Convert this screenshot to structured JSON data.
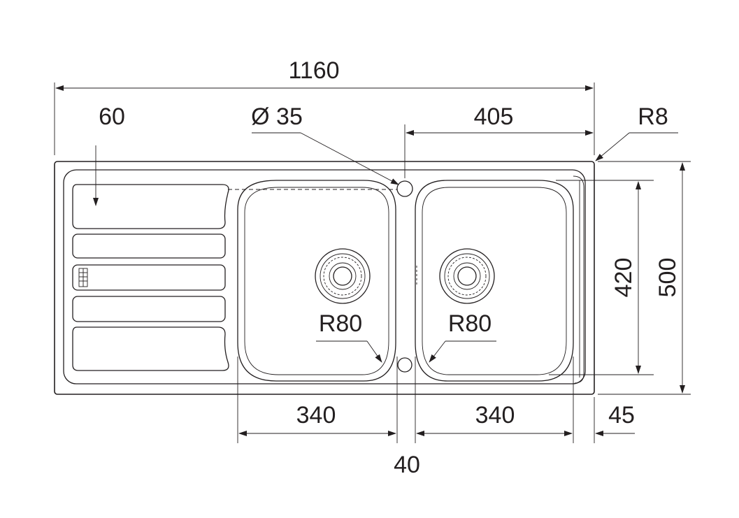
{
  "dimensions": {
    "overall_width": "1160",
    "drainer_offset": "60",
    "tap_hole": "Ø 35",
    "right_to_tap": "405",
    "corner_radius": "R8",
    "bowl_height": "420",
    "overall_depth": "500",
    "left_bowl_radius": "R80",
    "right_bowl_radius": "R80",
    "left_bowl_width": "340",
    "right_bowl_width": "340",
    "bowl_gap": "40",
    "right_margin": "45"
  }
}
